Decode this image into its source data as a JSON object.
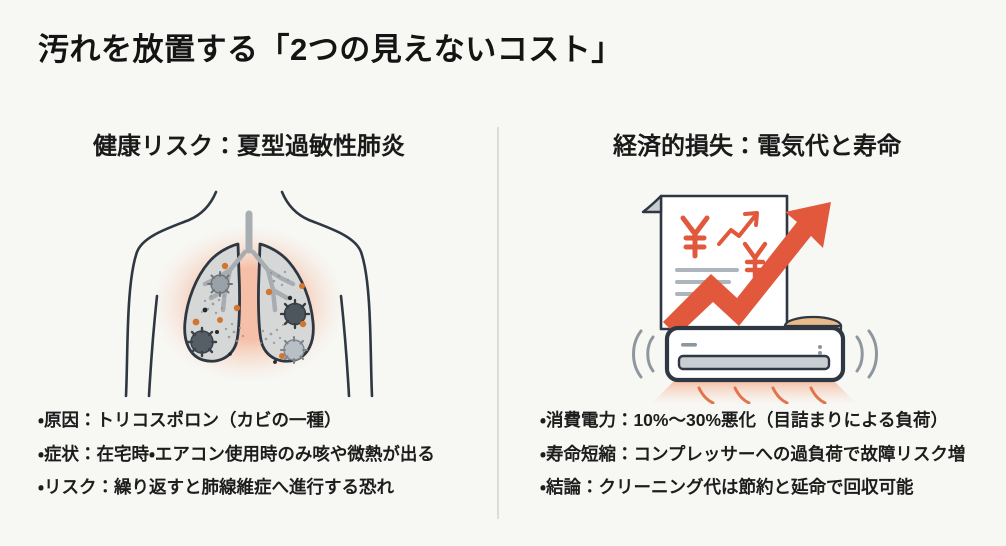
{
  "slide": {
    "title": "汚れを放置する「2つの見えないコスト」",
    "background_color": "#f7f7f4",
    "title_color": "#141414",
    "accent_color": "#e2583c",
    "divider_color": "#dcdcdc"
  },
  "columns": [
    {
      "id": "health-risk",
      "heading": "健康リスク：夏型過敏性肺炎",
      "illustration": "lungs-torso-mold-illustration",
      "bullets": [
        "・原因：トリコスポロン（カビの一種）",
        "・症状：在宅時・エアコン使用時のみ咳や微熱が出る",
        "・リスク：繰り返すと肺線維症へ進行する恐れ"
      ]
    },
    {
      "id": "economic-loss",
      "heading": "経済的損失：電気代と寿命",
      "illustration": "electricity-bill-rising-arrow-coins-aircon-illustration",
      "bullets": [
        "・消費電力：10%～30%悪化（目詰まりによる負荷）",
        "・寿命短縮：コンプレッサーへの過負荷で故障リスク増",
        "・結論：クリーニング代は節約と延命で回収可能"
      ]
    }
  ]
}
